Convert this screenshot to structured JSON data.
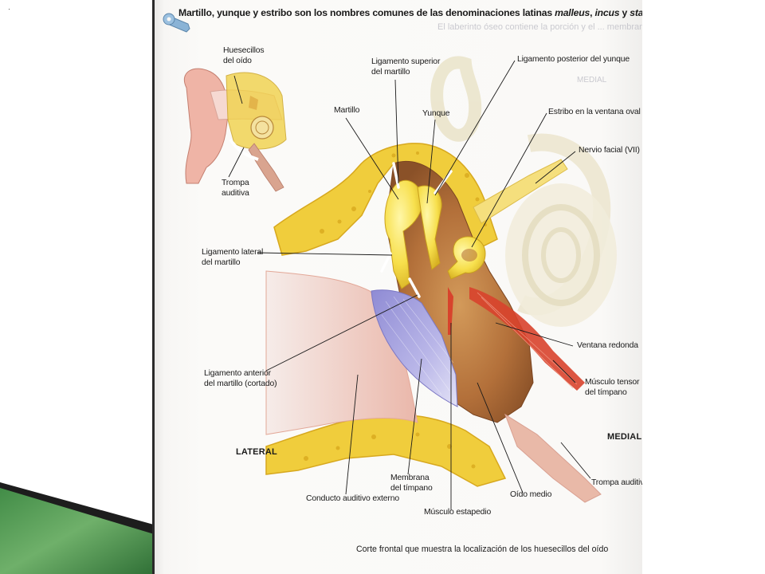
{
  "slide": {
    "corner_mark": "·"
  },
  "page": {
    "header": {
      "lead": "Martillo, yunque y estribo son los nombres comunes de las denominaciones latinas ",
      "t1": "malleus",
      "sep1": ", ",
      "t2": "incus",
      "sep2": " y ",
      "t3": "stapes",
      "end": "."
    },
    "ghost_text": {
      "top_right": "El laberinto óseo contiene la porción y el ... membranoso ...",
      "medial_bleed": "MEDIAL"
    },
    "caption": "Corte frontal que muestra la localización de los huesecillos del oído"
  },
  "inset": {
    "labels": {
      "huesecillos": [
        "Huesecillos",
        "del oído"
      ],
      "trompa": [
        "Trompa",
        "auditiva"
      ]
    }
  },
  "diagram": {
    "labels": {
      "lig_superior": [
        "Ligamento superior",
        "del martillo"
      ],
      "martillo": [
        "Martillo"
      ],
      "yunque": [
        "Yunque"
      ],
      "lig_posterior": [
        "Ligamento posterior del yunque"
      ],
      "estribo": [
        "Estribo en la ventana oval"
      ],
      "nervio": [
        "Nervio facial (VII)"
      ],
      "lig_lateral": [
        "Ligamento lateral",
        "del martillo"
      ],
      "lig_anterior": [
        "Ligamento anterior",
        "del martillo (cortado)"
      ],
      "ventana": [
        "Ventana redonda"
      ],
      "tensor": [
        "Músculo tensor",
        "del tímpano"
      ],
      "medial": [
        "MEDIAL"
      ],
      "lateral": [
        "LATERAL"
      ],
      "conducto": [
        "Conducto auditivo externo"
      ],
      "membrana": [
        "Membrana",
        "del tímpano"
      ],
      "estapedio": [
        "Músculo estapedio"
      ],
      "oido_medio": [
        "Oído medio"
      ],
      "trompa": [
        "Trompa auditiva"
      ]
    },
    "colors": {
      "bone": "#f3d23b",
      "bone_dark": "#d9a91e",
      "ossicle": "#fbe65a",
      "cavity": "#b8743a",
      "tympanic": "#a6a3db",
      "skin": "#f1c9bf",
      "nerve": "#f3dd7a",
      "muscle": "#d8432c",
      "labyrinth": "#f1ead4"
    }
  }
}
